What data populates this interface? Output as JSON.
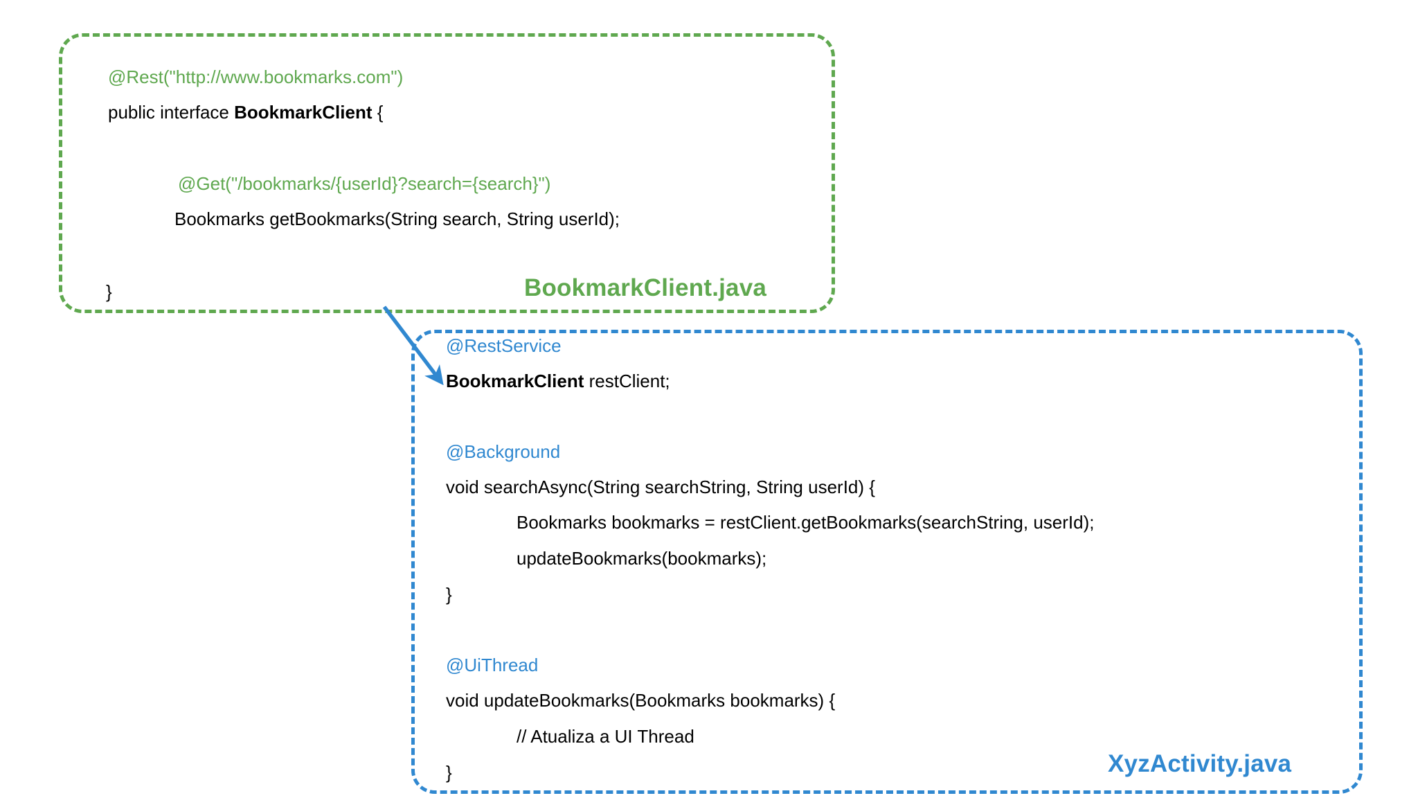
{
  "diagram": {
    "title": "AndroidAnnotations REST client / activity snippet",
    "background_color": "#ffffff",
    "colors": {
      "green": "#5FA84F",
      "blue": "#3088D0",
      "text": "#000000"
    }
  },
  "boxes": [
    {
      "id": "bookmark-client",
      "label": "BookmarkClient.java",
      "border_color": "#5FA84F",
      "border_style": "dashed",
      "lines": [
        {
          "id": "rest-annotation",
          "text": "@Rest(\"http://www.bookmarks.com\")"
        },
        {
          "id": "interface-declaration",
          "prefix": "public interface ",
          "bold": "BookmarkClient",
          "suffix": " {"
        },
        {
          "id": "get-annotation",
          "text": "@Get(\"/bookmarks/{userId}?search={search}\")"
        },
        {
          "id": "method-signature",
          "text": "Bookmarks getBookmarks(String search, String userId);"
        },
        {
          "id": "closing-brace",
          "text": "}"
        }
      ]
    },
    {
      "id": "xyz-activity",
      "label": "XyzActivity.java",
      "border_color": "#3088D0",
      "border_style": "dashed",
      "lines": [
        {
          "id": "restservice-annotation",
          "text": "@RestService"
        },
        {
          "id": "field-declaration",
          "prefix": "",
          "bold": "BookmarkClient",
          "suffix": " restClient;"
        },
        {
          "id": "background-annotation",
          "text": "@Background"
        },
        {
          "id": "search-async-signature",
          "text": "void searchAsync(String searchString, String userId) {"
        },
        {
          "id": "get-bookmarks-call",
          "text": "Bookmarks bookmarks = restClient.getBookmarks(searchString, userId);"
        },
        {
          "id": "update-bookmarks-call",
          "text": "updateBookmarks(bookmarks);"
        },
        {
          "id": "search-async-close",
          "text": "}"
        },
        {
          "id": "uithread-annotation",
          "text": "@UiThread"
        },
        {
          "id": "update-bookmarks-signature",
          "text": "void updateBookmarks(Bookmarks bookmarks) {"
        },
        {
          "id": "comment-atualiza",
          "text": "// Atualiza a UI Thread"
        },
        {
          "id": "update-bookmarks-close",
          "text": "}"
        }
      ]
    }
  ],
  "connector": {
    "id": "bookmark-client-to-rest-client",
    "color": "#3088D0",
    "from": "BookmarkClient.java interface",
    "to": "BookmarkClient restClient field"
  }
}
